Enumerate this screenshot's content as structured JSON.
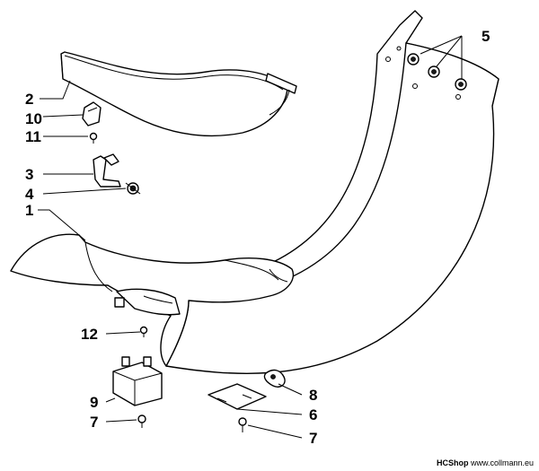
{
  "callouts": {
    "c1": "1",
    "c2": "2",
    "c3": "3",
    "c4": "4",
    "c5": "5",
    "c6": "6",
    "c7a": "7",
    "c7b": "7",
    "c8": "8",
    "c9": "9",
    "c10": "10",
    "c11": "11",
    "c12": "12"
  },
  "footer": {
    "brand": "HCShop",
    "url": "www.collmann.eu"
  }
}
